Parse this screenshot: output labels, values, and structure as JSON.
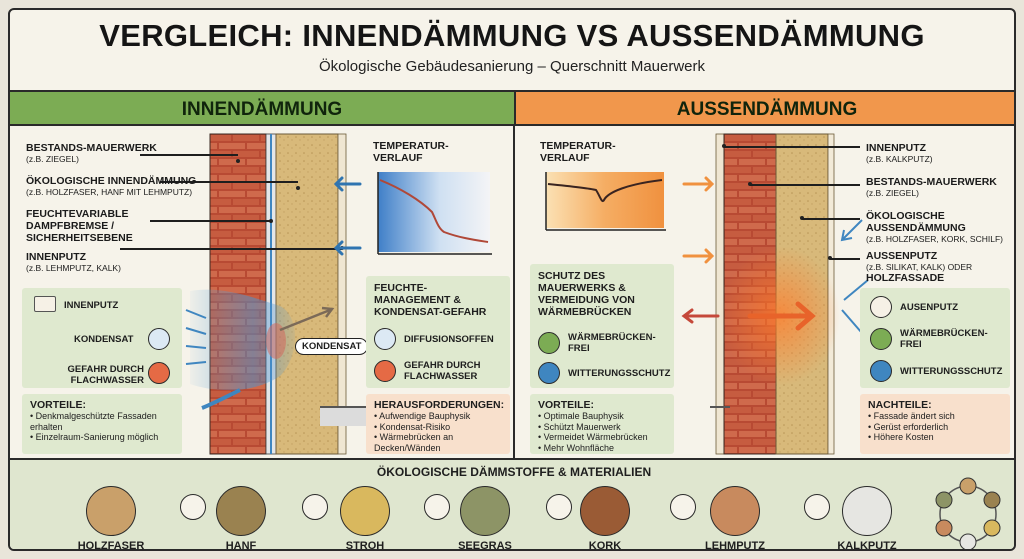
{
  "title": "VERGLEICH: INNENDÄMMUNG VS AUSSENDÄMMUNG",
  "subtitle": "Ökologische Gebäudesanierung – Querschnitt Mauerwerk",
  "left": {
    "header": "INNENDÄMMUNG",
    "labels": [
      {
        "title": "BESTANDS-MAUERWERK",
        "sub": "(z.B. ZIEGEL)"
      },
      {
        "title": "ÖKOLOGISCHE INNENDÄMMUNG",
        "sub": "(z.B. HOLZFASER, HANF MIT LEHMPUTZ)"
      },
      {
        "title": "FEUCHTEVARIABLE DAMPFBREMSE / SICHERHEITSEBENE",
        "sub": ""
      },
      {
        "title": "INNENPUTZ",
        "sub": "(z.B. LEHMPUTZ, KALK)"
      }
    ],
    "temp_title": "TEMPERATUR-VERLAUF",
    "legend": [
      "INNENPUTZ",
      "KONDENSAT",
      "GEFAHR DURCH FLACHWASSER"
    ],
    "kondensat_tag": "KONDENSAT",
    "moisture_title": "FEUCHTE-MANAGEMENT & KONDENSAT-GEFAHR",
    "moisture_items": [
      "DIFFUSIONSOFFEN",
      "GEFAHR DURCH FLACHWASSER"
    ],
    "pros_title": "VORTEILE:",
    "pros": [
      "• Denkmalgeschützte Fassaden erhalten",
      "• Einzelraum-Sanierung möglich"
    ],
    "cons_title": "HERAUSFORDERUNGEN:",
    "cons": [
      "• Aufwendige Bauphysik",
      "• Kondensat-Risiko",
      "• Wärmebrücken an Decken/Wänden"
    ]
  },
  "right": {
    "header": "AUSSENDÄMMUNG",
    "temp_title": "TEMPERATUR-VERLAUF",
    "labels": [
      {
        "title": "INNENPUTZ",
        "sub": "(z.B. KALKPUTZ)"
      },
      {
        "title": "BESTANDS-MAUERWERK",
        "sub": "(z.B. ZIEGEL)"
      },
      {
        "title": "ÖKOLOGISCHE AUSSENDÄMMUNG",
        "sub": "(z.B. HOLZFASER, KORK, SCHILF)"
      },
      {
        "title": "AUSSENPUTZ",
        "sub": "(z.B. SILIKAT, KALK) ODER",
        "extra": "HOLZFASSADE"
      }
    ],
    "protect_title": "SCHUTZ DES MAUERWERKS & VERMEIDUNG VON WÄRMEBRÜCKEN",
    "protect_items": [
      "WÄRMEBRÜCKEN-FREI",
      "WITTERUNGSSCHUTZ"
    ],
    "legend": [
      "AUSENPUTZ",
      "WÄRMEBRÜCKEN-FREI",
      "WITTERUNGSSCHUTZ"
    ],
    "pros_title": "VORTEILE:",
    "pros": [
      "• Optimale Bauphysik",
      "• Schützt Mauerwerk",
      "• Vermeidet Wärmebrücken",
      "• Mehr Wohnfläche"
    ],
    "cons_title": "NACHTEILE:",
    "cons": [
      "• Fassade ändert sich",
      "• Gerüst erforderlich",
      "• Höhere Kosten"
    ]
  },
  "materials": {
    "title": "ÖKOLOGISCHE DÄMMSTOFFE & MATERIALIEN",
    "items": [
      {
        "label": "HOLZFASER",
        "color": "#c9a06a"
      },
      {
        "label": "HANF",
        "color": "#9a8250"
      },
      {
        "label": "STROH",
        "color": "#d9b85e"
      },
      {
        "label": "SEEGRAS",
        "color": "#8d9466"
      },
      {
        "label": "KORK",
        "color": "#9a5b35"
      },
      {
        "label": "LEHMPUTZ",
        "color": "#c88a5e"
      },
      {
        "label": "KALKPUTZ",
        "color": "#e6e6e2"
      }
    ]
  },
  "colors": {
    "green": "#7cac54",
    "orange": "#f1974c",
    "brick": "#c4553c",
    "insulation": "#d8b97a",
    "blue": "#3f86c0"
  }
}
